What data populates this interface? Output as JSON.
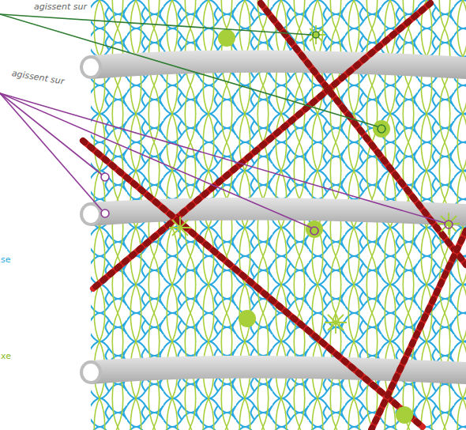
{
  "diagram": {
    "labels": [
      "agissent sur",
      "agissent sur",
      "se",
      "xe"
    ]
  }
}
